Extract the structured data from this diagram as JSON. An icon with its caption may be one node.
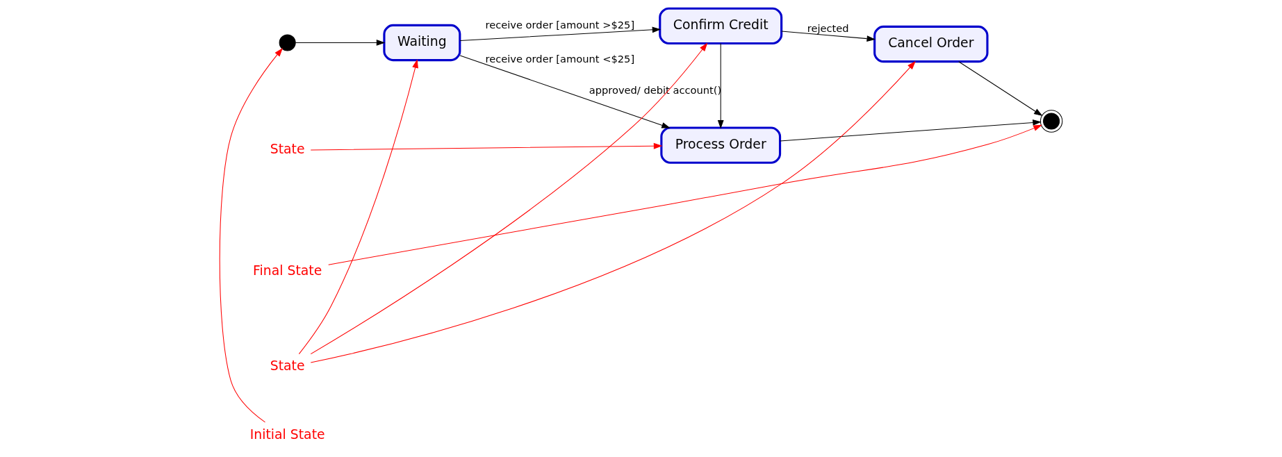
{
  "diagram": {
    "nodes": [
      {
        "text": [],
        "shape": "circle"
      },
      {
        "text": [
          "Waiting"
        ]
      },
      {
        "text": [
          "Confirm Credit"
        ]
      },
      {
        "text": [
          "Cancel Order"
        ]
      },
      {
        "text": [],
        "shape": "circle"
      },
      {
        "text": [
          "Process Order"
        ]
      },
      {
        "text": [
          "State"
        ]
      },
      {
        "text": [
          "Initial State"
        ]
      },
      {
        "text": [
          "Final State"
        ]
      },
      {
        "text": [
          "State"
        ]
      }
    ],
    "edges": [
      {
        "from": 0,
        "to": 1,
        "arrow": "to"
      },
      {
        "from": 1,
        "to": 2,
        "arrow": "to",
        "label": "receive order [amount >$25]"
      },
      {
        "from": 2,
        "to": 3,
        "arrow": "to",
        "label": "rejected"
      },
      {
        "from": 3,
        "to": 4,
        "arrow": "to"
      },
      {
        "from": 2,
        "to": 5,
        "arrow": "to",
        "label": "approved/ debit account()"
      },
      {
        "from": 1,
        "to": 5,
        "arrow": "to",
        "label": "receive order [amount <$25]"
      },
      {
        "from": 5,
        "to": 4,
        "arrow": "to"
      },
      {
        "from": 6,
        "to": 1,
        "arrow": "to",
        "color": "#ff0000"
      },
      {
        "from": 6,
        "to": 2,
        "arrow": "to",
        "color": "#ff0000"
      },
      {
        "from": 6,
        "to": 3,
        "arrow": "to",
        "color": "#ff0000"
      },
      {
        "from": 7,
        "to": 0,
        "arrow": "to",
        "color": "#ff0000"
      },
      {
        "from": 8,
        "to": 4,
        "arrow": "to",
        "color": "#ff0000"
      },
      {
        "from": 9,
        "to": 5,
        "arrow": "to",
        "color": "#ff0000"
      }
    ]
  }
}
